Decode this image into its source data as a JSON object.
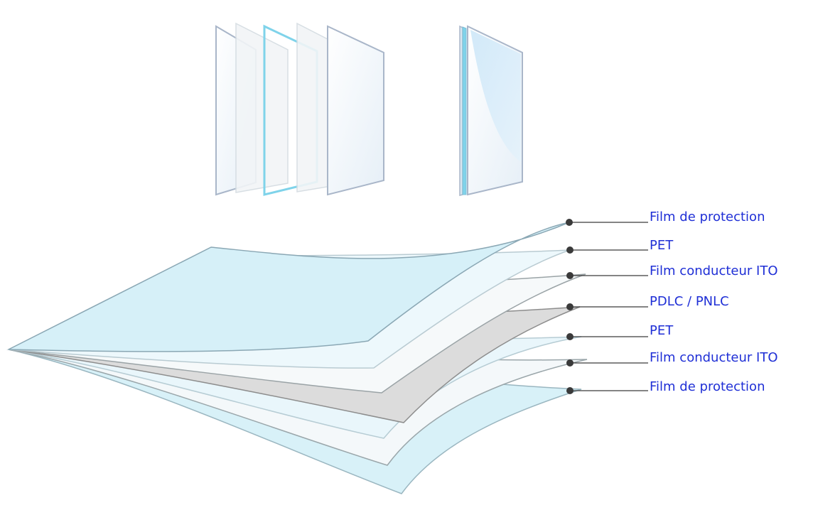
{
  "diagram": {
    "layers": [
      {
        "label": "Film de protection",
        "fill": "#d6f0f8",
        "stroke": "#8aa7b4"
      },
      {
        "label": "PET",
        "fill": "#edf8fc",
        "stroke": "#b9cbd2"
      },
      {
        "label": "Film conducteur ITO",
        "fill": "#f6f9fa",
        "stroke": "#9aa3a6"
      },
      {
        "label": "PDLC / PNLC",
        "fill": "#dcdcdc",
        "stroke": "#8d8d8d"
      },
      {
        "label": "PET",
        "fill": "#e9f6fb",
        "stroke": "#b6ccd4"
      },
      {
        "label": "Film conducteur ITO",
        "fill": "#f4f8fa",
        "stroke": "#9aa6aa"
      },
      {
        "label": "Film de protection",
        "fill": "#d8f1f8",
        "stroke": "#9ab6c0"
      }
    ],
    "colors": {
      "label_text": "#1f2fd6",
      "leader_line": "#3a3a3a",
      "dot": "#3a3a3a",
      "glass_edge": "#a9b6c9",
      "glass_fill": "#eef5fb",
      "glass_highlight": "#7fd3ea",
      "glass_blue": "#cfe8f7"
    }
  }
}
